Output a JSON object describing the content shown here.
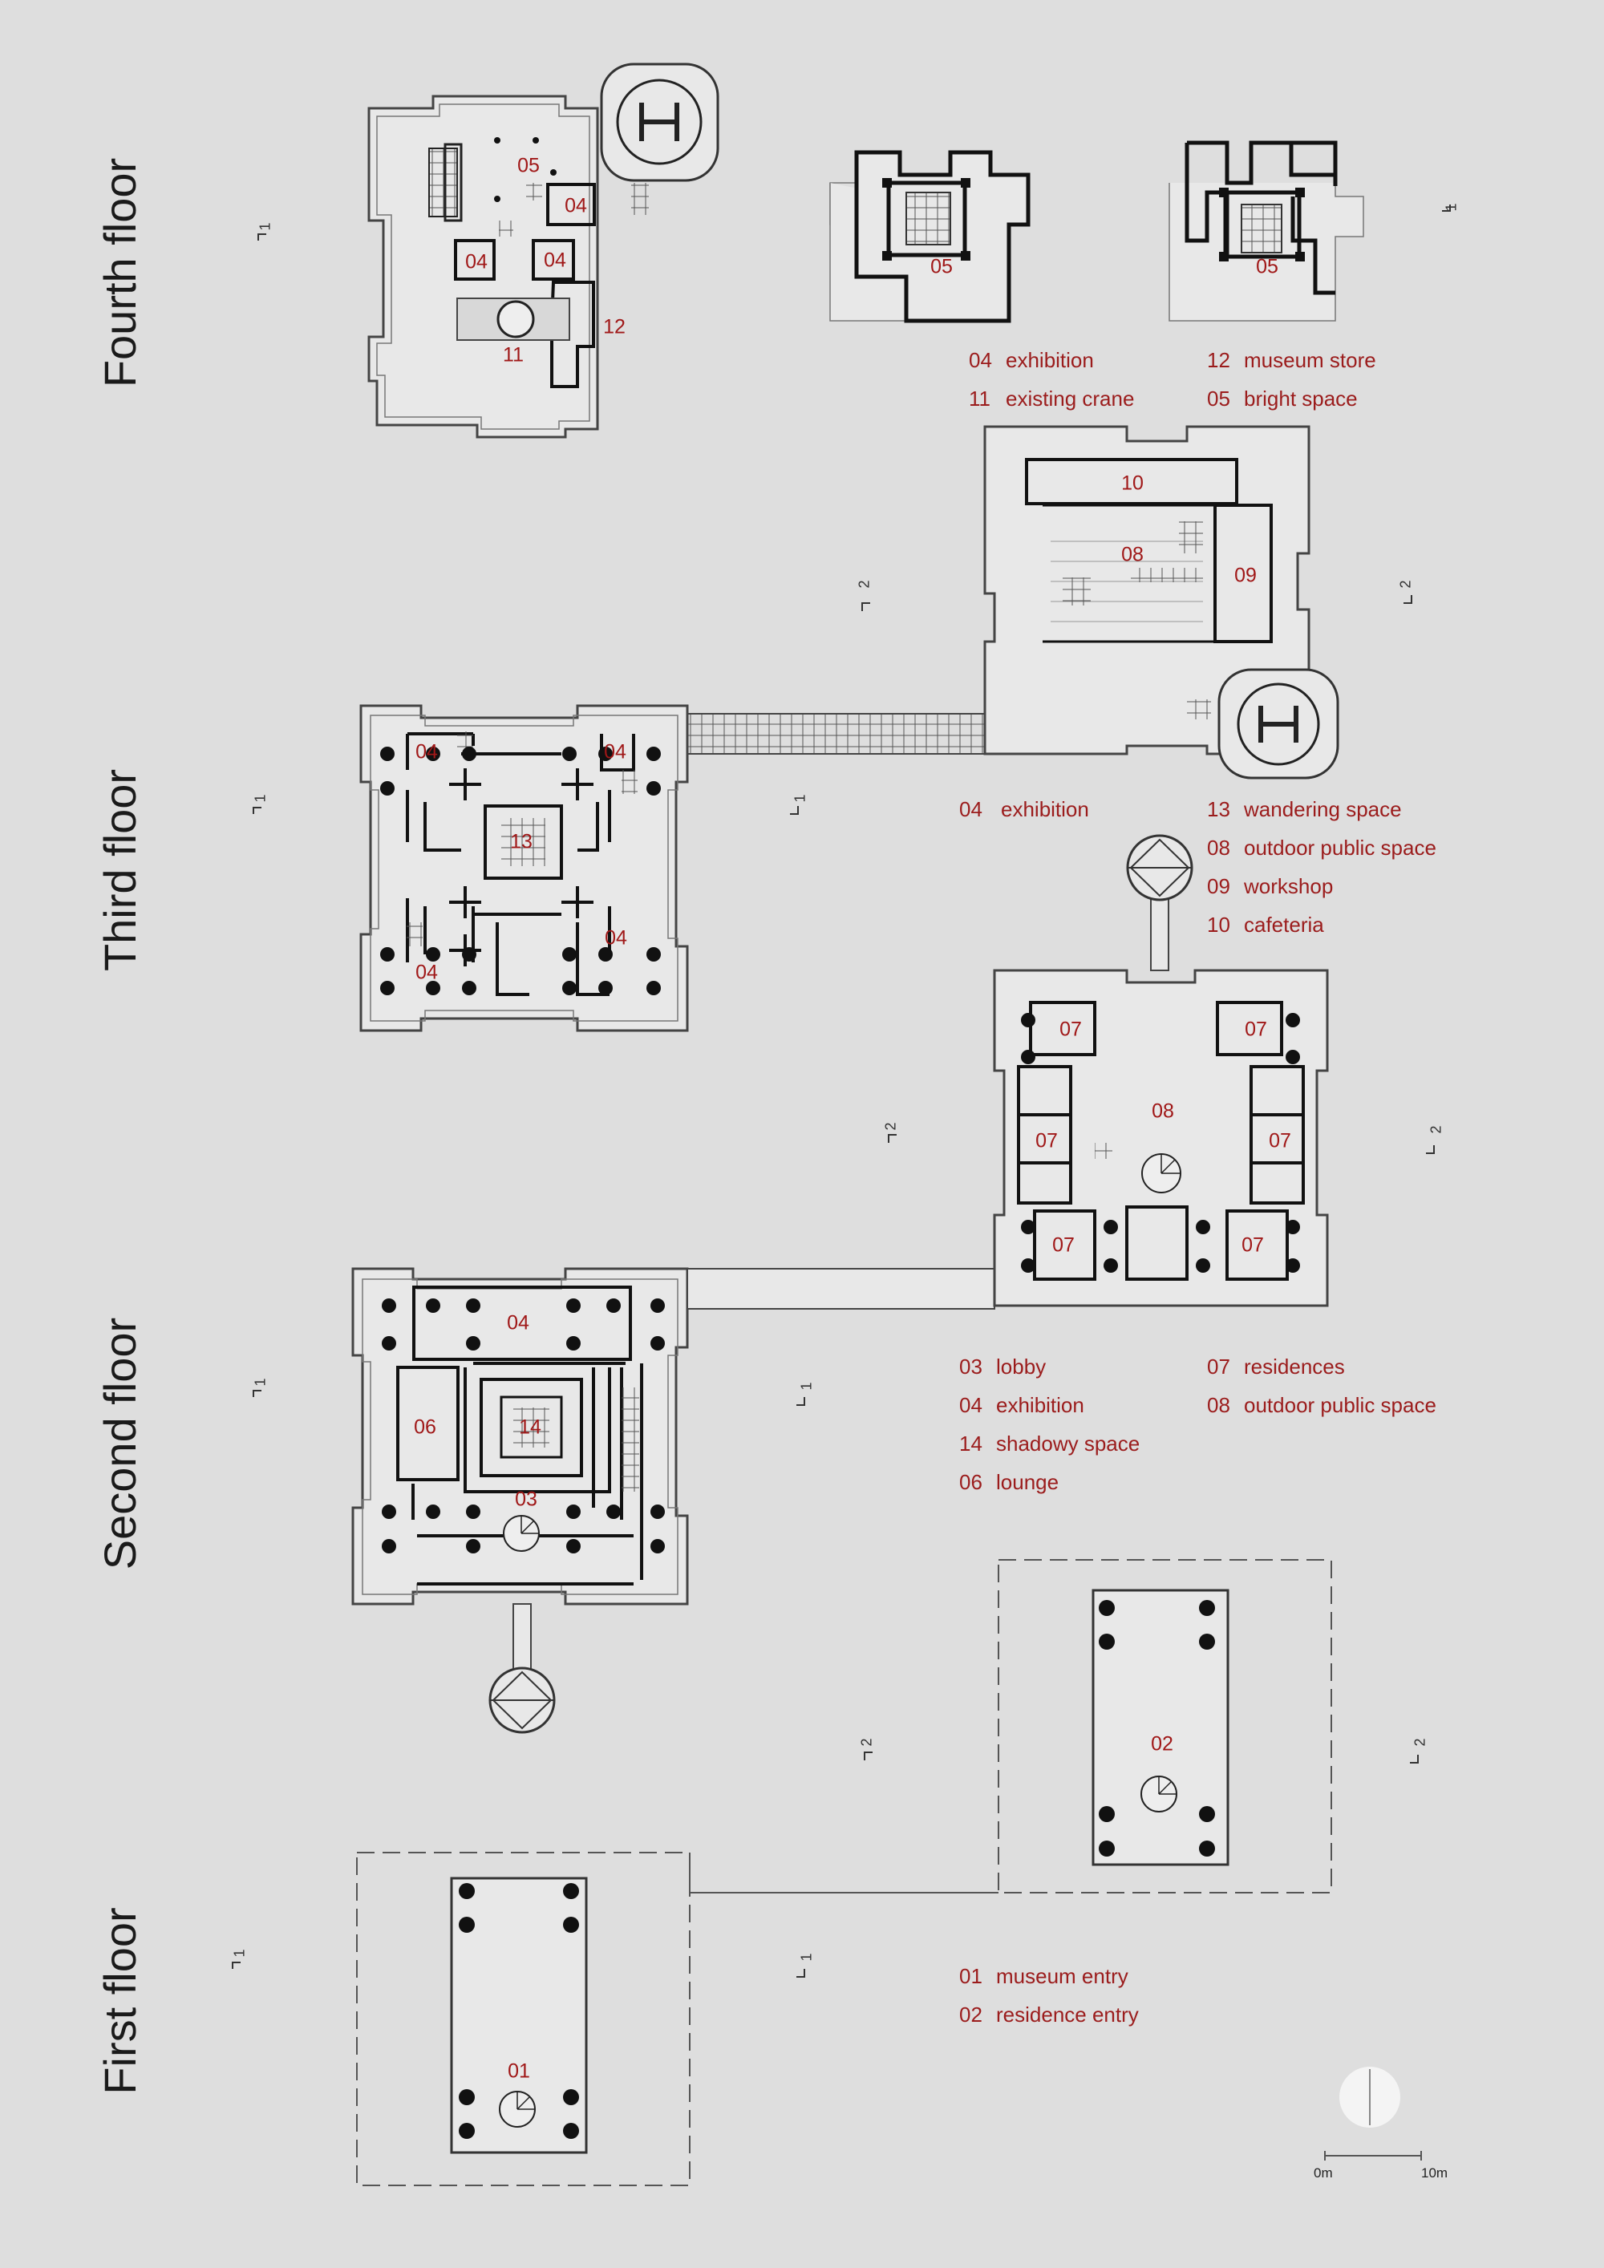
{
  "floors": {
    "fourth": "Fourth floor",
    "third": "Third floor",
    "second": "Second floor",
    "first": "First floor"
  },
  "legends": {
    "fourth_left": [
      {
        "code": "04",
        "name": "exhibition"
      },
      {
        "code": "11",
        "name": "existing crane"
      }
    ],
    "fourth_right": [
      {
        "code": "12",
        "name": "museum store"
      },
      {
        "code": "05",
        "name": "bright space"
      }
    ],
    "third_left": [
      {
        "code": "04",
        "name": "exhibition"
      }
    ],
    "third_right": [
      {
        "code": "13",
        "name": "wandering space"
      },
      {
        "code": "08",
        "name": "outdoor public space"
      },
      {
        "code": "09",
        "name": "workshop"
      },
      {
        "code": "10",
        "name": "cafeteria"
      }
    ],
    "second_left": [
      {
        "code": "03",
        "name": "lobby"
      },
      {
        "code": "04",
        "name": "exhibition"
      },
      {
        "code": "14",
        "name": "shadowy space"
      },
      {
        "code": "06",
        "name": "lounge"
      }
    ],
    "second_right": [
      {
        "code": "07",
        "name": "residences"
      },
      {
        "code": "08",
        "name": "outdoor public space"
      }
    ],
    "first_left": [
      {
        "code": "01",
        "name": "museum entry"
      },
      {
        "code": "02",
        "name": "residence entry"
      }
    ]
  },
  "room_labels": {
    "f4": {
      "r05": "05",
      "r04a": "04",
      "r04b": "04",
      "r04c": "04",
      "r12": "12",
      "r11": "11",
      "s1": "05",
      "s2": "05"
    },
    "f3": {
      "r04a": "04",
      "r04b": "04",
      "r04c": "04",
      "r04d": "04",
      "r13": "13",
      "r10": "10",
      "r08": "08",
      "r09": "09"
    },
    "f2": {
      "r04": "04",
      "r06": "06",
      "r14": "14",
      "r03": "03",
      "r07a": "07",
      "r07b": "07",
      "r07c": "07",
      "r07d": "07",
      "r07e": "07",
      "r07f": "07",
      "r08": "08"
    },
    "f1": {
      "r01": "01",
      "r02": "02"
    }
  },
  "section_marks": {
    "one": "1",
    "two": "2"
  },
  "scale": {
    "zero": "0m",
    "ten": "10m"
  },
  "colors": {
    "paper": "#dedede",
    "wall": "#111111",
    "label": "#a01818",
    "slab": "#ebebeb"
  }
}
